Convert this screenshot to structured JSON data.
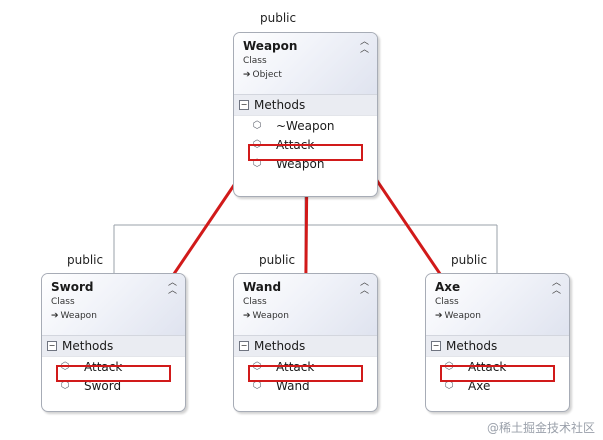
{
  "diagram": {
    "parent": {
      "access": "public",
      "name": "Weapon",
      "kind": "Class",
      "base": "Object",
      "section": "Methods",
      "methods": [
        "~Weapon",
        "Attack",
        "Weapon"
      ]
    },
    "children": [
      {
        "access": "public",
        "name": "Sword",
        "kind": "Class",
        "base": "Weapon",
        "section": "Methods",
        "methods": [
          "Attack",
          "Sword"
        ]
      },
      {
        "access": "public",
        "name": "Wand",
        "kind": "Class",
        "base": "Weapon",
        "section": "Methods",
        "methods": [
          "Attack",
          "Wand"
        ]
      },
      {
        "access": "public",
        "name": "Axe",
        "kind": "Class",
        "base": "Weapon",
        "section": "Methods",
        "methods": [
          "Attack",
          "Axe"
        ]
      }
    ],
    "highlighted_method": "Attack",
    "highlight_color": "#d11a1a",
    "icons": {
      "method": "method-cube-icon",
      "base_arrow": "inherits-arrow-icon",
      "collapse": "collapse-chevron-icon",
      "section_toggle": "minus-box-icon"
    }
  },
  "watermark": "@稀土掘金技术社区"
}
